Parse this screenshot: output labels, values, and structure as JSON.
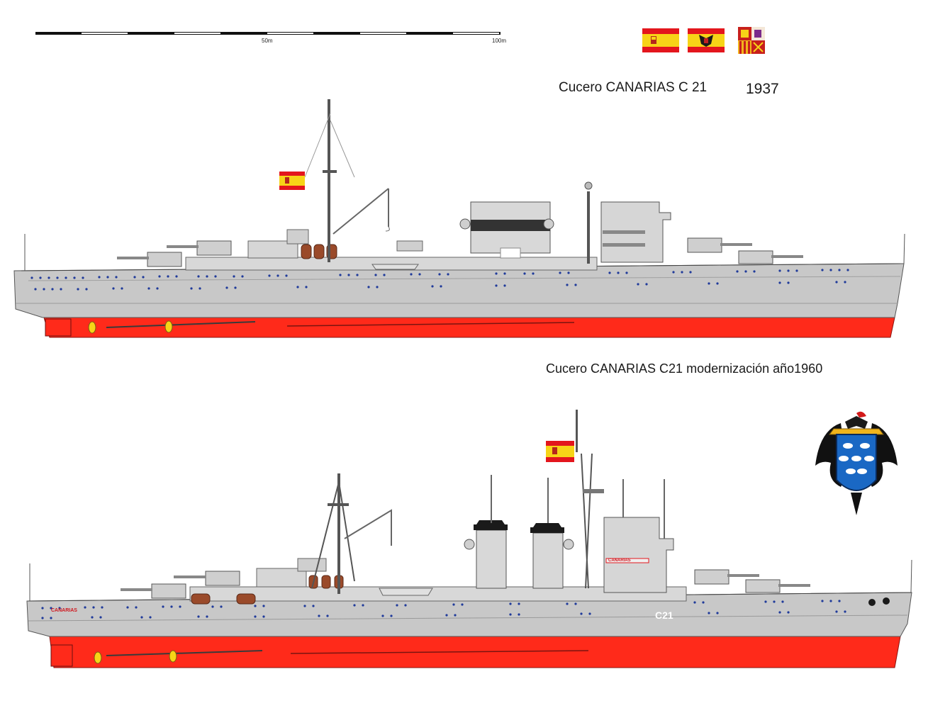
{
  "scale": {
    "label_mid": "50m",
    "label_end": "100m"
  },
  "ship_1937": {
    "title": "Cucero CANARIAS  C 21",
    "year": "1937"
  },
  "ship_1960": {
    "title": "Cucero CANARIAS  C21 modernización año1960",
    "hull_name": "CANARIAS",
    "hull_number": "C21",
    "bridge_name": "CANARIAS"
  },
  "colors": {
    "hull_grey": "#c8c8c8",
    "superstructure_grey": "#d8d8d8",
    "antifouling_red": "#ff2a1a",
    "porthole_blue": "#1f3a9a",
    "flag_red": "#e3161d",
    "flag_yellow": "#f7d417"
  },
  "icons": [
    "spain-flag-icon",
    "spain-eagle-flag-icon",
    "carlist-flag-icon",
    "canarias-coat-of-arms-icon"
  ]
}
